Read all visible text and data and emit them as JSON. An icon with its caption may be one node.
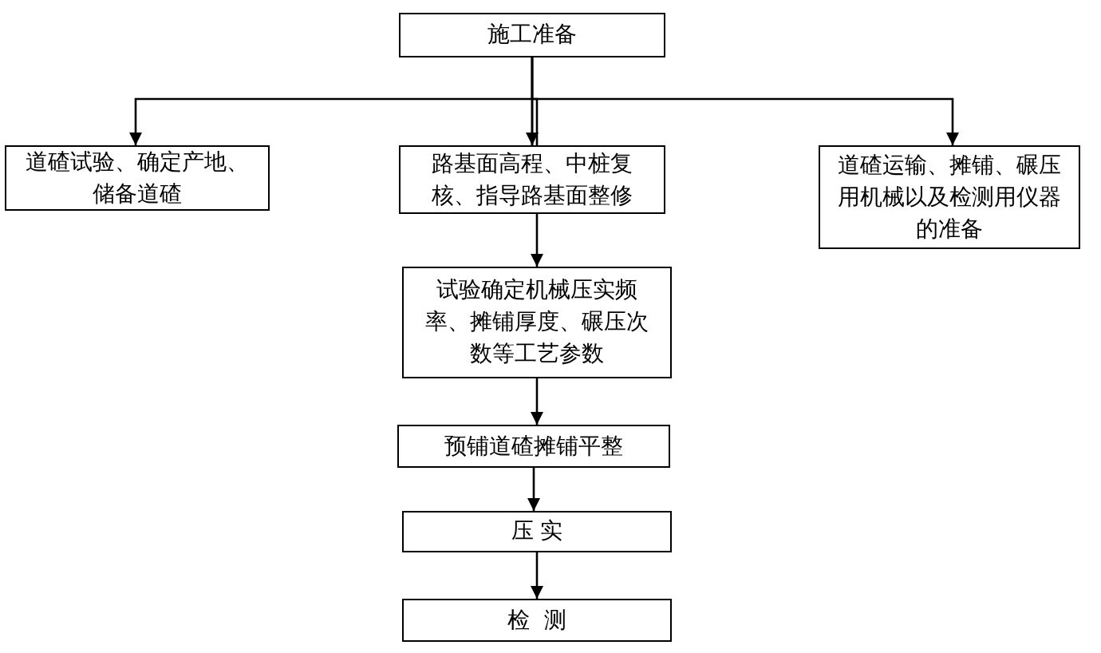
{
  "diagram": {
    "nodes": [
      {
        "text": [
          "施工准备"
        ]
      },
      {
        "text": [
          "道碴试验、确定产地、储备道碴"
        ]
      },
      {
        "text": [
          "路基面高程、中桩复核、指导路基面整修"
        ]
      },
      {
        "text": [
          "道碴运输、摊铺、碾压用机械以及检测用仪器的准备"
        ]
      },
      {
        "text": [
          "试验确定机械压实频率、摊铺厚度、碾压次数等工艺参数"
        ]
      },
      {
        "text": [
          "预铺道碴摊铺平整"
        ]
      },
      {
        "text": [
          "压 实"
        ]
      },
      {
        "text": [
          "检  测"
        ]
      }
    ],
    "edges": [
      {
        "from": 0,
        "to": 1,
        "arrow": "to"
      },
      {
        "from": 0,
        "to": 2,
        "arrow": "to"
      },
      {
        "from": 0,
        "to": 3,
        "arrow": "to"
      },
      {
        "from": 2,
        "to": 4,
        "arrow": "to"
      },
      {
        "from": 4,
        "to": 5,
        "arrow": "to"
      },
      {
        "from": 5,
        "to": 6,
        "arrow": "to"
      },
      {
        "from": 6,
        "to": 7,
        "arrow": "to"
      }
    ]
  }
}
